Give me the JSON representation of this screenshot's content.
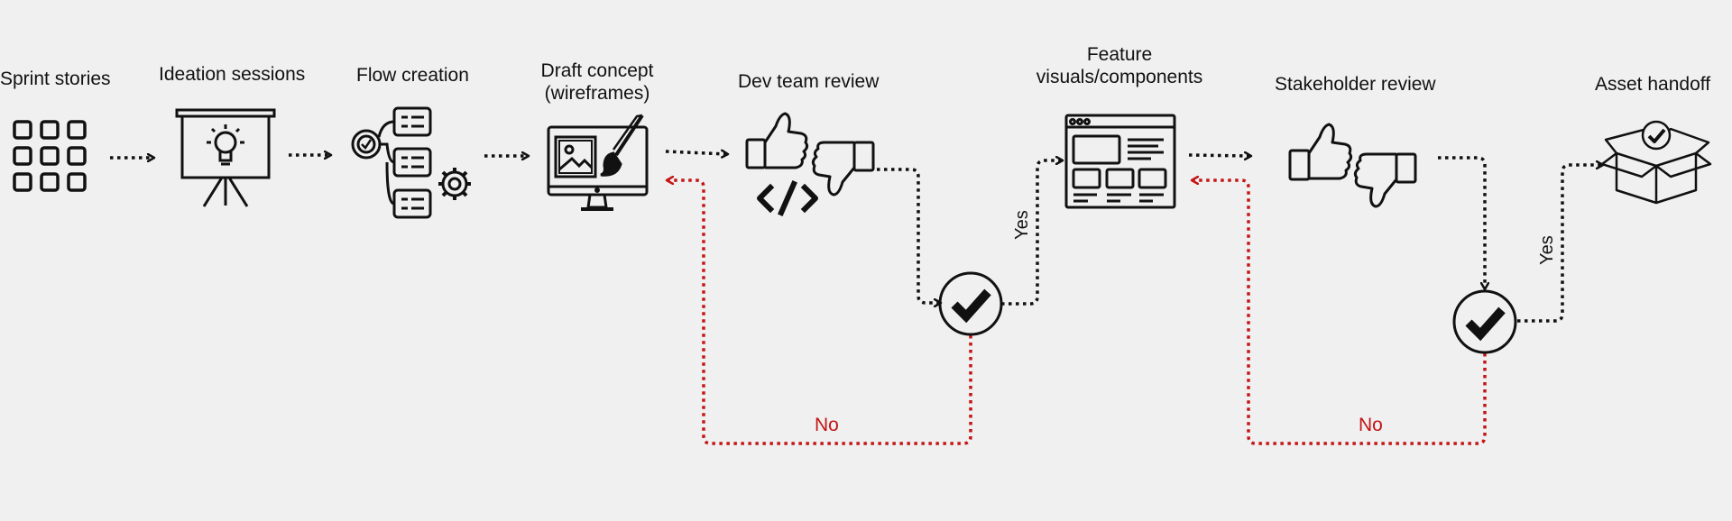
{
  "steps": {
    "sprint_stories": "Sprint stories",
    "ideation_sessions": "Ideation sessions",
    "flow_creation": "Flow creation",
    "draft_concept_line1": "Draft concept",
    "draft_concept_line2": "(wireframes)",
    "dev_team_review": "Dev team review",
    "feature_line1": "Feature",
    "feature_line2": "visuals/components",
    "stakeholder_review": "Stakeholder review",
    "asset_handoff": "Asset handoff"
  },
  "decisions": {
    "yes_label": "Yes",
    "no_label": "No"
  },
  "colors": {
    "ink": "#111111",
    "reject": "#c41414",
    "background": "#f0f0f0"
  }
}
